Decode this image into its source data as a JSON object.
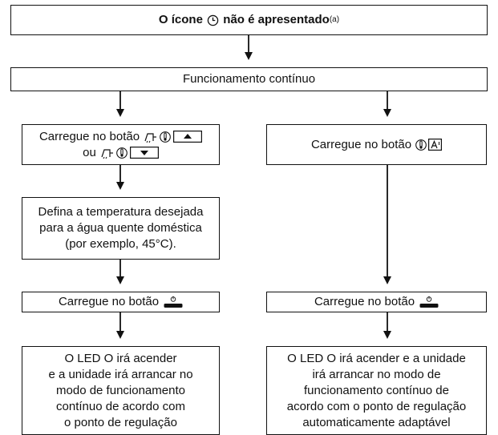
{
  "title": {
    "pre": "O ícone ",
    "post": " não é apresentado",
    "note": "(a)"
  },
  "header_box": "Funcionamento contínuo",
  "left": {
    "step1_line1": "Carregue no botão",
    "step1_line2_prefix": "ou",
    "step2": [
      "Defina a temperatura desejada",
      "para a água quente doméstica",
      "(por exemplo, 45°C)."
    ],
    "step3": "Carregue no botão",
    "step4": [
      "O LED O irá acender",
      "e a unidade irá arrancar no",
      "modo de funcionamento",
      "contínuo de acordo com",
      "o ponto de regulação"
    ]
  },
  "right": {
    "step1": "Carregue no botão",
    "step3": "Carregue no botão",
    "step4": [
      "O LED O irá acender e a unidade",
      "irá arrancar no modo de",
      "funcionamento contínuo de",
      "acordo com o ponto de regulação",
      "automaticamente adaptável"
    ]
  },
  "icons": [
    "clock-icon",
    "tap-icon",
    "thermometer-icon",
    "up-arrow-button-icon",
    "down-arrow-button-icon",
    "auto-a-button-icon",
    "power-button-icon"
  ]
}
